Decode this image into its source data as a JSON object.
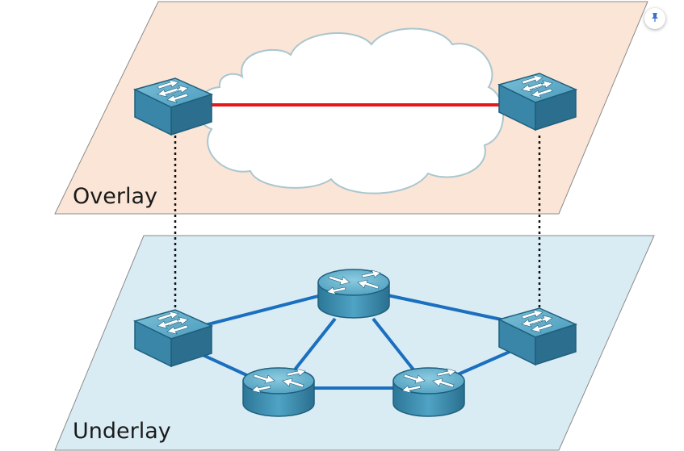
{
  "diagram": {
    "overlay": {
      "label": "Overlay",
      "fill": "#fbe5d6",
      "tunnel_color": "#e8151b"
    },
    "underlay": {
      "label": "Underlay",
      "fill": "#d9ecf4",
      "link_color": "#1a6fbf"
    },
    "devices": [
      {
        "name": "overlay-switch-left",
        "type": "switch",
        "plane": "overlay"
      },
      {
        "name": "overlay-switch-right",
        "type": "switch",
        "plane": "overlay"
      },
      {
        "name": "underlay-switch-left",
        "type": "switch",
        "plane": "underlay"
      },
      {
        "name": "underlay-switch-right",
        "type": "switch",
        "plane": "underlay"
      },
      {
        "name": "router-top",
        "type": "router",
        "plane": "underlay"
      },
      {
        "name": "router-bottom-left",
        "type": "router",
        "plane": "underlay"
      },
      {
        "name": "router-bottom-right",
        "type": "router",
        "plane": "underlay"
      }
    ],
    "device_color": "#3d8fb0",
    "icon_color": "#ffffff"
  },
  "toolbar": {
    "pin_icon": "pin-icon",
    "pin_color": "#3b6fd1"
  }
}
